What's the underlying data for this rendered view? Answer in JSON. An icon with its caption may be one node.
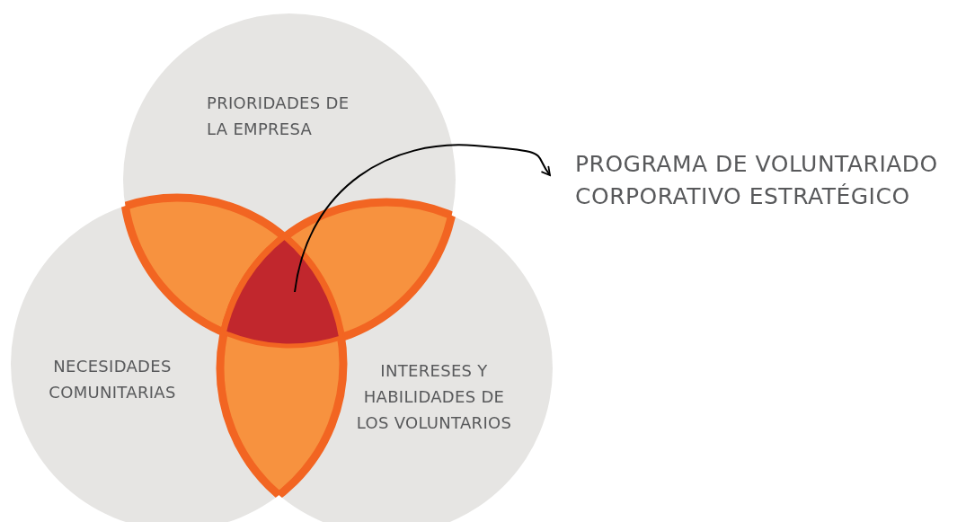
{
  "diagram": {
    "nodes": [
      {
        "text": [
          "PRIORIDADES DE LA EMPRESA"
        ]
      },
      {
        "text": [
          "NECESIDADES COMUNITARIAS"
        ]
      },
      {
        "text": [
          "INTERESES Y HABILIDADES DE LOS VOLUNTARIOS"
        ]
      },
      {
        "text": [],
        "shape": "triangle"
      },
      {
        "text": [
          "PROGRAMA DE VOLUNTARIADO CORPORATIVO ESTRATÉGICO"
        ]
      }
    ],
    "edges": [
      {
        "from": 3,
        "to": 4,
        "arrow": "to"
      }
    ]
  }
}
